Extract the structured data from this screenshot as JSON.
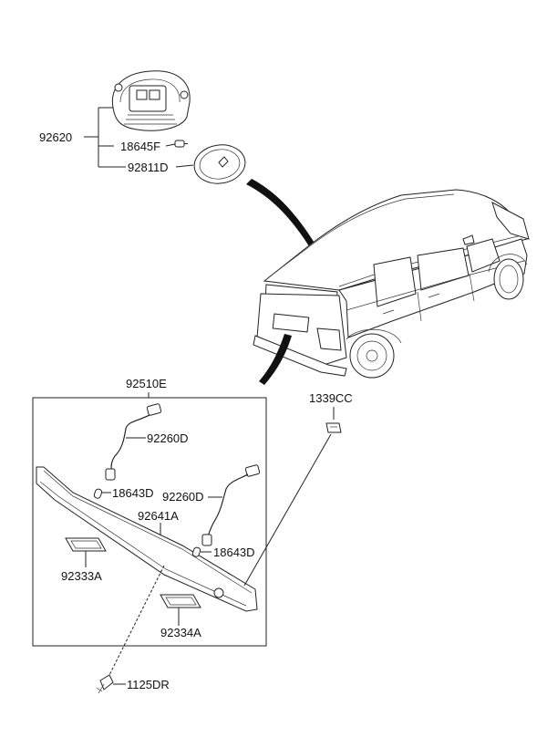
{
  "labels": {
    "dome_lamp_assy": "92620",
    "bulb": "18645F",
    "lens": "92811D",
    "license_garnish_group": "92510E",
    "wire_upper": "92260D",
    "socket_upper": "18643D",
    "wire_right": "92260D",
    "garnish": "92641A",
    "socket_right": "18643D",
    "lamp_left": "92333A",
    "lamp_right": "92334A",
    "clip": "1339CC",
    "screw": "1125DR"
  }
}
